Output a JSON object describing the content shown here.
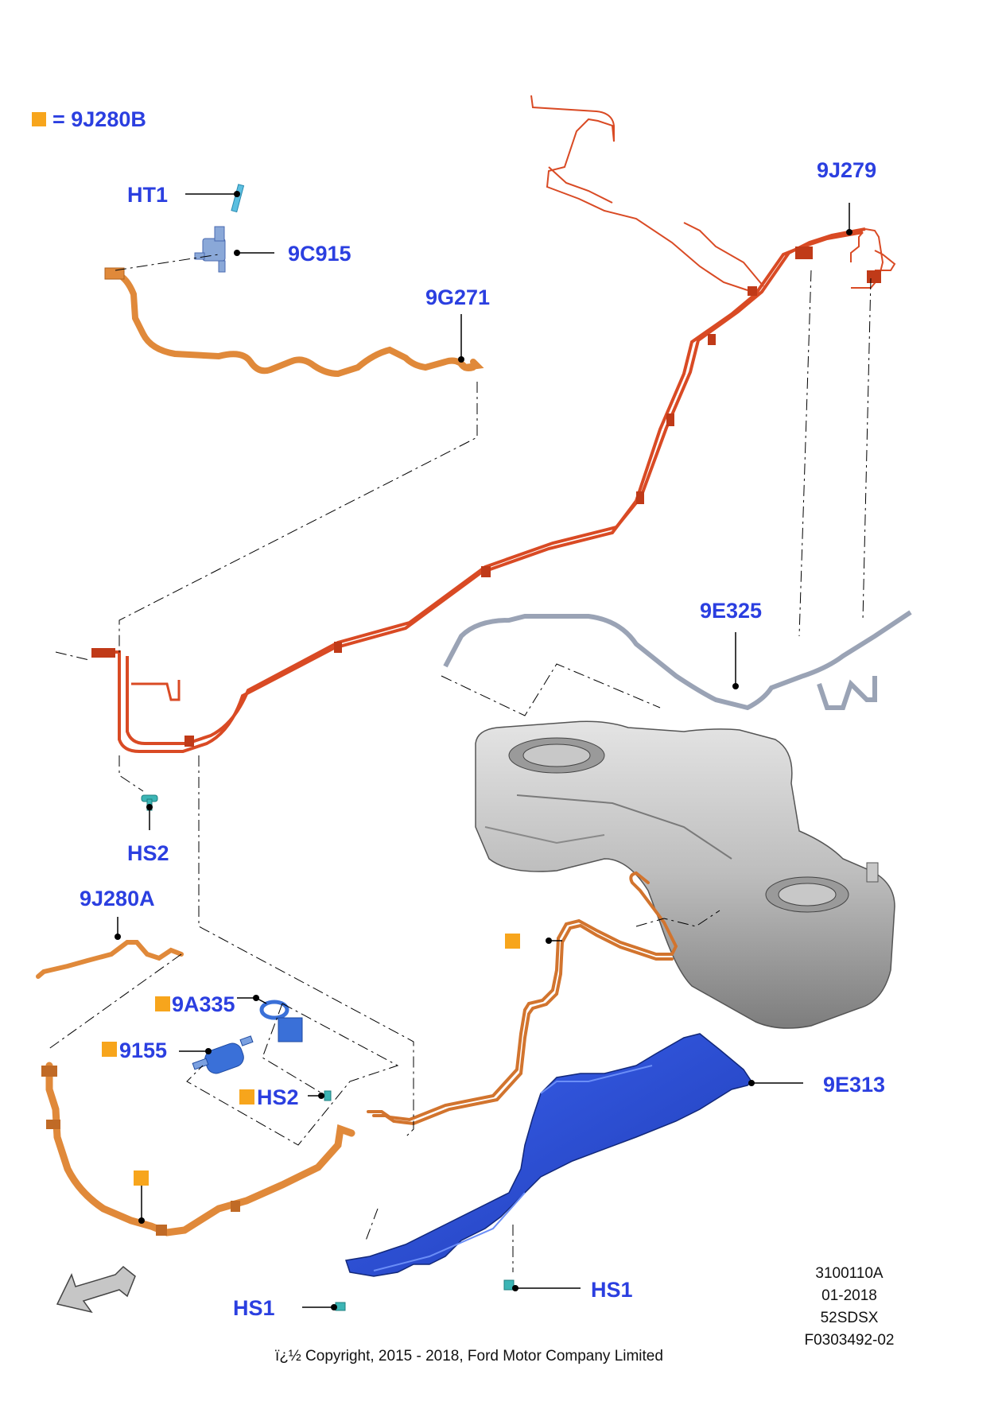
{
  "legend": {
    "label": "= 9J280B"
  },
  "callouts": {
    "ht1": "HT1",
    "c9c915": "9C915",
    "c9g271": "9G271",
    "c9j279": "9J279",
    "c9e325": "9E325",
    "hs2_top": "HS2",
    "c9j280a": "9J280A",
    "c9a335": "9A335",
    "c9155": "9155",
    "hs2_mid": "HS2",
    "c9e313": "9E313",
    "hs1_left": "HS1",
    "hs1_right": "HS1"
  },
  "info_block": [
    "3100110A",
    "01-2018",
    "52SDSX",
    "F0303492-02"
  ],
  "copyright": "ï¿½ Copyright, 2015 - 2018, Ford Motor Company Limited",
  "colors": {
    "callout_text": "#2b3fe0",
    "legend_marker": "#f7a51c",
    "fuel_line": "#d94a24",
    "filler_pipe": "#e0893a",
    "vapor_line": "#9aa3b5",
    "shield": "#2f52d6",
    "tank": "#b8b8b8",
    "clip": "#3cb5b5"
  }
}
